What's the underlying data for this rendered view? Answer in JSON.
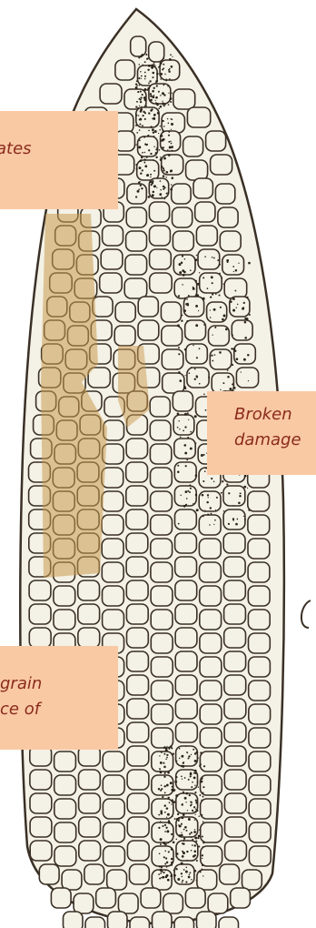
{
  "labels": {
    "top": [
      "ates"
    ],
    "right": [
      "Broken",
      "damage"
    ],
    "bottom": [
      "grain",
      "ce of"
    ]
  },
  "colors": {
    "label_background": "#f9c9a4",
    "label_text": "#8a2b1b",
    "kernel_outline": "#3a3025",
    "kernel_fill": "#f4f1e6",
    "mold_stain": "#c99a4e"
  },
  "illustration": "corn-cob-drawing"
}
